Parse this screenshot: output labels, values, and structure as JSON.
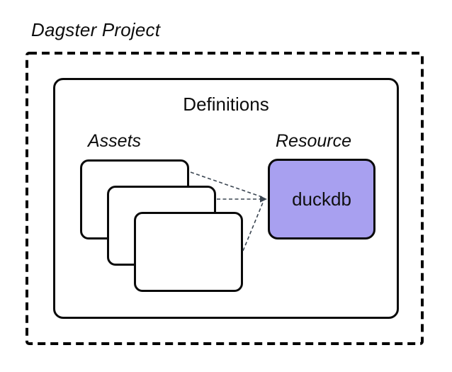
{
  "diagram": {
    "title": "Dagster Project",
    "definitions_label": "Definitions",
    "assets": {
      "label": "Assets",
      "box_count": 3
    },
    "resource": {
      "label": "Resource",
      "node_label": "duckdb"
    },
    "colors": {
      "background": "#ffffff",
      "box_border": "#0a0a0a",
      "resource_fill": "#a8a0f0",
      "connector": "#3b4652"
    }
  }
}
